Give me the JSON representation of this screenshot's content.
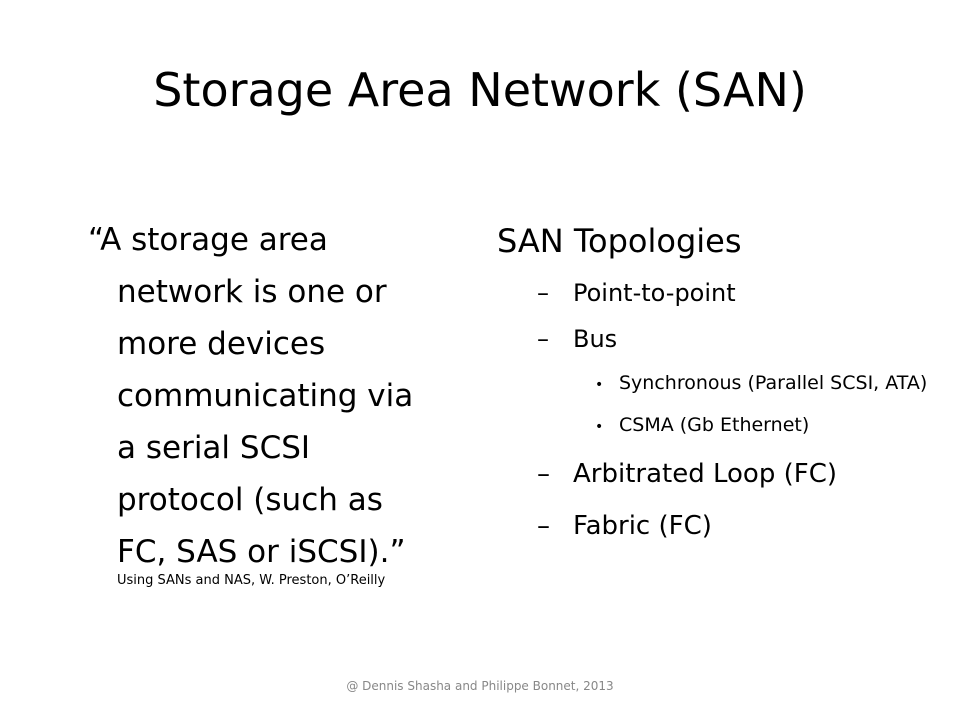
{
  "slide": {
    "title": "Storage Area Network (SAN)",
    "quote_lines": [
      "“A storage area",
      "network is one or",
      "more devices",
      "communicating via",
      "a serial SCSI",
      "protocol (such as",
      "FC, SAS or iSCSI).”"
    ],
    "quote": "“A storage area network is one or more devices communicating via a serial SCSI protocol (such as FC, SAS or iSCSI).”",
    "citation": "Using SANs and NAS, W. Preston, O’Reilly",
    "topologies": {
      "heading": "SAN Topologies",
      "dash": "–",
      "bullet": "•",
      "items": [
        {
          "label": "Point-to-point"
        },
        {
          "label": "Bus"
        },
        {
          "label": "Synchronous (Parallel SCSI, ATA)"
        },
        {
          "label": "CSMA (Gb Ethernet)"
        },
        {
          "label": "Arbitrated Loop (FC)"
        },
        {
          "label": "Fabric (FC)"
        }
      ]
    },
    "footer": "@ Dennis Shasha and Philippe Bonnet, 2013"
  }
}
